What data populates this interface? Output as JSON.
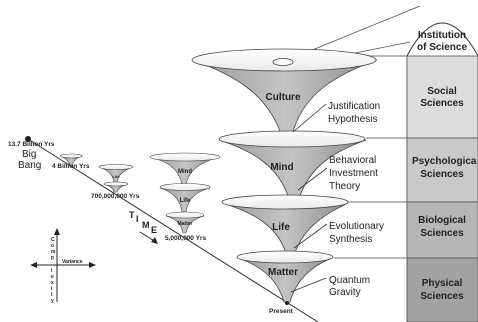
{
  "institution": {
    "line1": "Institution",
    "line2": "of Science"
  },
  "sciences": [
    {
      "line1": "Social",
      "line2": "Sciences",
      "fill": "#dcdcdc"
    },
    {
      "line1": "Psychologica",
      "line2": "Sciences",
      "fill": "#c9c9c9"
    },
    {
      "line1": "Biological",
      "line2": "Sciences",
      "fill": "#b6b6b6"
    },
    {
      "line1": "Physical",
      "line2": "Sciences",
      "fill": "#a2a2a2"
    }
  ],
  "cones": {
    "culture": "Culture",
    "mind": "Mind",
    "life": "Life",
    "matter": "Matter"
  },
  "theories": {
    "culture": {
      "line1": "Justification",
      "line2": "Hypothesis"
    },
    "mind": {
      "line1": "Behavioral",
      "line2": "Investment",
      "line3": "Theory"
    },
    "life": {
      "line1": "Evolutionary",
      "line2": "Synthesis"
    },
    "matter": {
      "line1": "Quantum",
      "line2": "Gravity"
    }
  },
  "timeline": {
    "big_bang_years": "13.7 Billion Yrs",
    "big": "Big",
    "bang": "Bang",
    "four_billion": "4 Billion Yrs",
    "seven_hundred_million": "700,000,000 Yrs",
    "five_million": "5,000,000 Yrs",
    "present": "Present",
    "time_letters": [
      "T",
      "I",
      "M",
      "E"
    ]
  },
  "small_cones": {
    "mind": "Mind",
    "life": "Life",
    "matter": "Matter",
    "life_small": "Life"
  },
  "axes": {
    "complexity": [
      "C",
      "o",
      "m",
      "p",
      "l",
      "e",
      "x",
      "i",
      "t",
      "y"
    ],
    "variance": "Variance"
  }
}
